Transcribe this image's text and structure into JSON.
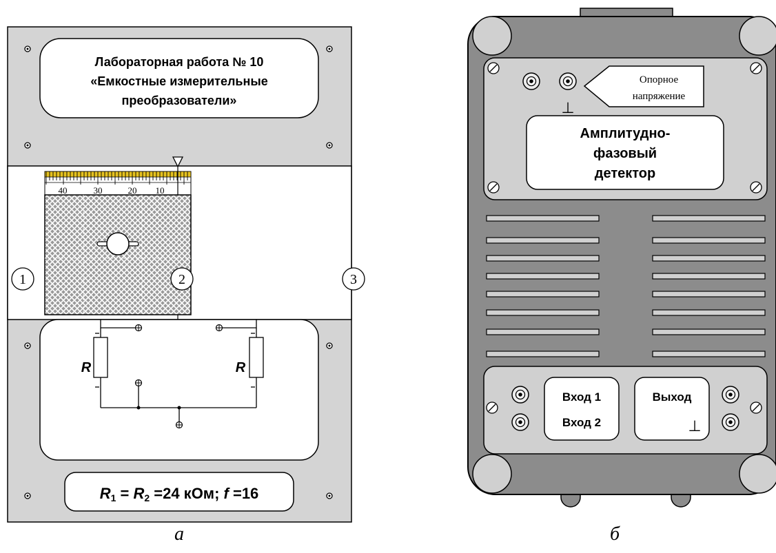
{
  "panel_a": {
    "title_line1": "Лабораторная работа № 10",
    "title_line2": "«Емкостные измерительные",
    "title_line3": "преобразователи»",
    "scale_labels": [
      "40",
      "30",
      "20",
      "10"
    ],
    "markers": [
      "1",
      "2",
      "3"
    ],
    "resistor_label": "R",
    "param_r1": "R",
    "param_sub1": "1",
    "param_eq1": " = ",
    "param_r2": "R",
    "param_sub2": "2",
    "param_rest": " =24 кОм; ",
    "param_f": "f",
    "param_freq": " =16",
    "caption": "а"
  },
  "panel_b": {
    "ref_line1": "Опорное",
    "ref_line2": "напряжение",
    "ground_symbol": "⊥",
    "detector_line1": "Амплитудно-",
    "detector_line2": "фазовый",
    "detector_line3": "детектор",
    "input1": "Вход 1",
    "input2": "Вход 2",
    "output": "Выход",
    "caption": "б"
  },
  "colors": {
    "panel_fill": "#d4d4d4",
    "device_body": "#8c8c8c",
    "device_plate": "#d0d0d0",
    "stroke": "#000000"
  },
  "icons": [
    "screw-icon",
    "socket-connector-icon",
    "ground-symbol-icon",
    "arrow-icon",
    "resistor-icon"
  ]
}
